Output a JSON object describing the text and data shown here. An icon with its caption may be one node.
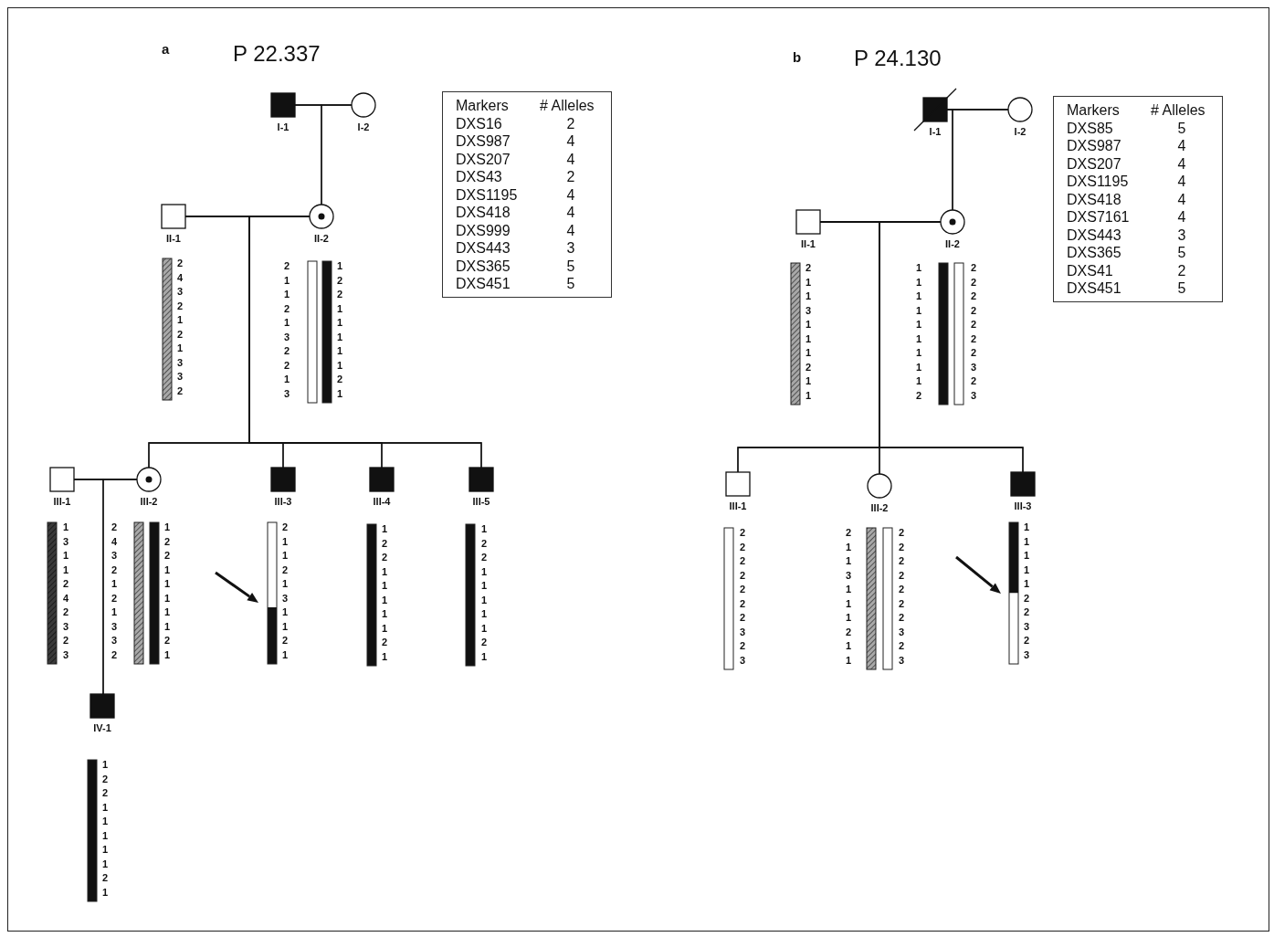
{
  "diagram": {
    "nodes": [
      {
        "text": [],
        "shape": "box",
        "beside": [
          "I-1"
        ]
      },
      {
        "text": [],
        "shape": "circle",
        "beside": [
          "I-2"
        ]
      },
      {
        "text": [],
        "shape": "box",
        "beside": [
          "II-1"
        ]
      },
      {
        "text": [],
        "shape": "circle",
        "beside": [
          "II-2"
        ]
      },
      {
        "text": [],
        "shape": "box",
        "beside": [
          "III-1"
        ]
      },
      {
        "text": [],
        "shape": "circle",
        "beside": [
          "III-2"
        ]
      },
      {
        "text": [],
        "shape": "box",
        "beside": [
          "III-3"
        ]
      },
      {
        "text": [],
        "shape": "box",
        "beside": [
          "III-4"
        ]
      },
      {
        "text": [],
        "shape": "box",
        "beside": [
          "III-5"
        ]
      },
      {
        "text": [],
        "shape": "box",
        "beside": [
          "IV-1"
        ]
      },
      {
        "text": [],
        "shape": "box",
        "beside": [
          "I-1"
        ]
      },
      {
        "text": [],
        "shape": "circle",
        "beside": [
          "I-2"
        ]
      },
      {
        "text": [],
        "shape": "box",
        "beside": [
          "II-1"
        ]
      },
      {
        "text": [],
        "shape": "circle",
        "beside": [
          "II-2"
        ]
      },
      {
        "text": [],
        "shape": "box",
        "beside": [
          "III-1"
        ]
      },
      {
        "text": [],
        "shape": "circle",
        "beside": [
          "III-2"
        ]
      },
      {
        "text": [],
        "shape": "box",
        "beside": [
          "III-3"
        ]
      }
    ],
    "edges": [
      {
        "from": 0,
        "to": 1,
        "arrow": "none"
      },
      {
        "from": 0,
        "to": 3,
        "arrow": "none"
      },
      {
        "from": 1,
        "to": 3,
        "arrow": "none"
      },
      {
        "from": 2,
        "to": 3,
        "arrow": "none"
      },
      {
        "from": 2,
        "to": 5,
        "arrow": "none"
      },
      {
        "from": 3,
        "to": 5,
        "arrow": "none"
      },
      {
        "from": 2,
        "to": 6,
        "arrow": "none"
      },
      {
        "from": 3,
        "to": 6,
        "arrow": "none"
      },
      {
        "from": 2,
        "to": 7,
        "arrow": "none"
      },
      {
        "from": 3,
        "to": 7,
        "arrow": "none"
      },
      {
        "from": 2,
        "to": 8,
        "arrow": "none"
      },
      {
        "from": 3,
        "to": 8,
        "arrow": "none"
      },
      {
        "from": 4,
        "to": 5,
        "arrow": "none"
      },
      {
        "from": 4,
        "to": 9,
        "arrow": "none"
      },
      {
        "from": 5,
        "to": 9,
        "arrow": "none"
      },
      {
        "from": 10,
        "to": 11,
        "arrow": "none"
      },
      {
        "from": 10,
        "to": 13,
        "arrow": "none"
      },
      {
        "from": 11,
        "to": 13,
        "arrow": "none"
      },
      {
        "from": 12,
        "to": 13,
        "arrow": "none"
      },
      {
        "from": 12,
        "to": 14,
        "arrow": "none"
      },
      {
        "from": 13,
        "to": 14,
        "arrow": "none"
      },
      {
        "from": 12,
        "to": 15,
        "arrow": "none"
      },
      {
        "from": 13,
        "to": 15,
        "arrow": "none"
      },
      {
        "from": 12,
        "to": 16,
        "arrow": "none"
      },
      {
        "from": 13,
        "to": 16,
        "arrow": "none"
      }
    ],
    "labels": [
      "a",
      "P 22.337",
      "Markers",
      "# Alleles",
      "DXS16",
      "2",
      "DXS987",
      "4",
      "DXS207",
      "4",
      "DXS43",
      "2",
      "DXS1195",
      "4",
      "DXS418",
      "4",
      "DXS999",
      "4",
      "DXS443",
      "3",
      "DXS365",
      "5",
      "DXS451",
      "5",
      "2 4 3 2 1 2 1 3 3 2",
      "2 1 1 2 1 3 2 2 1 3",
      "1 2 2 1 1 1 1 1 2 1",
      "1 3 1 1 2 4 2 3 2 3",
      "2 4 3 2 1 2 1 3 3 2",
      "1 2 2 1 1 1 1 1 2 1",
      "2 1 1 2 1 3 1 1 2 1",
      "1 2 2 1 1 1 1 1 2 1",
      "1 2 2 1 1 1 1 1 2 1",
      "1 2 2 1 1 1 1 1 2 1",
      "b",
      "P 24.130",
      "Markers",
      "# Alleles",
      "DXS85",
      "5",
      "DXS987",
      "4",
      "DXS207",
      "4",
      "DXS1195",
      "4",
      "DXS418",
      "4",
      "DXS7161",
      "4",
      "DXS443",
      "3",
      "DXS365",
      "5",
      "DXS41",
      "2",
      "DXS451",
      "5",
      "2 1 1 3 1 1 1 2 1 1",
      "1 1 1 1 1 1 1 1 1 2",
      "2 2 2 2 2 2 2 3 2 3",
      "2 2 2 2 2 2 2 3 2 3",
      "2 1 1 3 1 1 1 2 1 1",
      "2 2 2 2 2 2 2 3 2 3",
      "1 1 1 1 1 2 2 3 2 3"
    ]
  }
}
